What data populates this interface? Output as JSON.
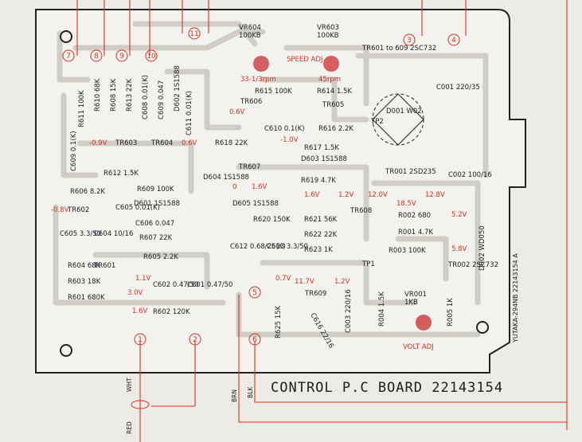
{
  "board": {
    "title": "CONTROL P.C BOARD 22143154",
    "side_text": "YUTAKA-294NB 22143154 A"
  },
  "pins": [
    "7",
    "8",
    "9",
    "10",
    "11",
    "3",
    "4",
    "1",
    "2",
    "5",
    "6"
  ],
  "wires": {
    "whit": "WHT",
    "red": "RED",
    "brn": "BRN",
    "blk": "BLK"
  },
  "controls": {
    "vr604": {
      "ref": "VR604",
      "val": "100KB"
    },
    "vr603": {
      "ref": "VR603",
      "val": "100KB"
    },
    "speed_adj": "SPEED ADJ",
    "rpm33": "33-1/3rpm",
    "rpm45": "45rpm",
    "vr001": {
      "ref": "VR001",
      "val": "1KB"
    },
    "volt_adj": "VOLT ADJ"
  },
  "labels": [
    "TR601 to 609 2SC732",
    "D001 W02",
    "C001 220/35",
    "R611 100K",
    "R610 68K",
    "R608 15K",
    "R613 22K",
    "C608 0.01(K)",
    "C609 0.047",
    "D602 1S1588",
    "R615 100K",
    "R614 1.5K",
    "TR606",
    "TR605",
    "TP2",
    "C611 0.01(K)",
    "C610 0.1(K)",
    "R616 2.2K",
    "C609 0.1(K)",
    "TR603",
    "TR604",
    "R618 22K",
    "R617 1.5K",
    "D603 1S1588",
    "R612 1.5K",
    "D604 1S1588",
    "TR607",
    "R619 4.7K",
    "TR001 2SD235",
    "C002 100/16",
    "R606 8.2K",
    "R609 100K",
    "D601 1S1588",
    "D605 1S1588",
    "R620 150K",
    "TR602",
    "C605 0.01(K)",
    "C606 0.047",
    "R621 56K",
    "TR608",
    "R002 680",
    "R001 4.7K",
    "R003 100K",
    "TR002 2SC732",
    "D002 WD050",
    "C605 3.3/50",
    "C604 10/16",
    "R607 22K",
    "R605 2.2K",
    "C612 0.68/25(K)",
    "C613 3.3/50",
    "R622 22K",
    "R623 1K",
    "TP1",
    "R604 68K",
    "TR601",
    "R603 18K",
    "C602 0.47/50",
    "C601 0.47/50",
    "R601 680K",
    "R602 120K",
    "TR609",
    "R625 15K",
    "C616 22/16",
    "C003 220/16",
    "R004 1.5K",
    "R005 1K"
  ],
  "voltages": [
    "0.6V",
    "-0.9V",
    "0.6V",
    "-1.0V",
    "0",
    "1.6V",
    "-0.8V",
    "1.6V",
    "1.2V",
    "1.1V",
    "3.0V",
    "1.6V",
    "0.7V",
    "11.7V",
    "1.2V",
    "12.0V",
    "12.8V",
    "18.5V",
    "5.2V",
    "5.8V"
  ]
}
